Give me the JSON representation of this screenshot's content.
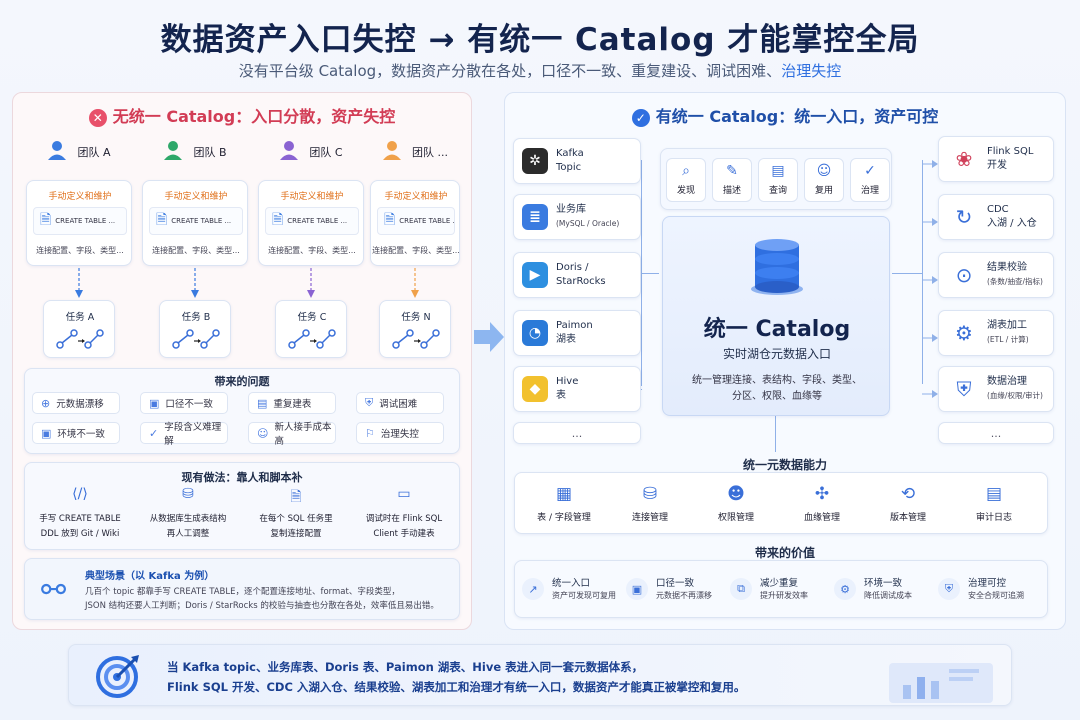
{
  "header": {
    "title": "数据资产入口失控 → 有统一 Catalog 才能掌控全局",
    "subtitle_main": "没有平台级 Catalog，数据资产分散在各处，口径不一致、重复建设、调试困难、",
    "subtitle_highlight": "治理失控"
  },
  "left": {
    "title": "无统一 Catalog：入口分散，资产失控",
    "teams": [
      {
        "name": "团队 A",
        "color": "#3a7be0",
        "header": "手动定义和维护",
        "ddl": "CREATE TABLE ...",
        "desc": "连接配置、字段、类型...",
        "task": "任务 A",
        "arrow": "#3a7be0"
      },
      {
        "name": "团队 B",
        "color": "#2ea86a",
        "header": "手动定义和维护",
        "ddl": "CREATE TABLE ...",
        "desc": "连接配置、字段、类型...",
        "task": "任务 B",
        "arrow": "#3a7be0"
      },
      {
        "name": "团队 C",
        "color": "#8a63d2",
        "header": "手动定义和维护",
        "ddl": "CREATE TABLE ...",
        "desc": "连接配置、字段、类型...",
        "task": "任务 C",
        "arrow": "#8a63d2"
      },
      {
        "name": "团队 ...",
        "color": "#f0a14a",
        "header": "手动定义和维护",
        "ddl": "CREATE TABLE ...",
        "desc": "连接配置、字段、类型...",
        "task": "任务 N",
        "arrow": "#f0a14a"
      }
    ],
    "problems_title": "带来的问题",
    "problems": [
      "元数据漂移",
      "口径不一致",
      "重复建表",
      "调试困难",
      "环境不一致",
      "字段含义难理解",
      "新人接手成本高",
      "治理失控"
    ],
    "current_title": "现有做法：靠人和脚本补",
    "current": [
      {
        "l1": "手写 CREATE TABLE",
        "l2": "DDL 放到 Git / Wiki"
      },
      {
        "l1": "从数据库生成表结构",
        "l2": "再人工调整"
      },
      {
        "l1": "在每个 SQL 任务里",
        "l2": "复制连接配置"
      },
      {
        "l1": "调试时在 Flink SQL",
        "l2": "Client 手动建表"
      }
    ],
    "scenario_title": "典型场景（以 Kafka 为例）",
    "scenario_l1": "几百个 topic 都靠手写 CREATE TABLE，逐个配置连接地址、format、字段类型，",
    "scenario_l2": "JSON 结构还要人工判断；Doris / StarRocks 的校验与抽查也分散在各处，效率低且易出错。"
  },
  "right": {
    "title": "有统一 Catalog：统一入口，资产可控",
    "sources": [
      {
        "name": "Kafka",
        "sub": "Topic",
        "note": "",
        "color": "#2b2b2b",
        "icon": "✲"
      },
      {
        "name": "业务库",
        "sub": "",
        "note": "(MySQL / Oracle)",
        "color": "#3a7be0",
        "icon": "≣"
      },
      {
        "name": "Doris /",
        "sub": "StarRocks",
        "note": "",
        "color": "#2d8fe0",
        "icon": "▶"
      },
      {
        "name": "Paimon",
        "sub": "湖表",
        "note": "",
        "color": "#2a7ad8",
        "icon": "◔"
      },
      {
        "name": "Hive",
        "sub": "表",
        "note": "",
        "color": "#f2c12e",
        "icon": "◆"
      },
      {
        "name": "...",
        "sub": "",
        "note": "",
        "color": "",
        "icon": ""
      }
    ],
    "features": [
      {
        "label": "发现",
        "icon": "⌕"
      },
      {
        "label": "描述",
        "icon": "✎"
      },
      {
        "label": "查询",
        "icon": "▤"
      },
      {
        "label": "复用",
        "icon": "☺"
      },
      {
        "label": "治理",
        "icon": "✓"
      }
    ],
    "catalog_title": "统一 Catalog",
    "catalog_sub": "实时湖仓元数据入口",
    "catalog_desc1": "统一管理连接、表结构、字段、类型、",
    "catalog_desc2": "分区、权限、血缘等",
    "destinations": [
      {
        "name": "Flink SQL",
        "sub": "开发",
        "note": "",
        "icon": "❀",
        "color": "#d0405a"
      },
      {
        "name": "CDC",
        "sub": "入湖 / 入仓",
        "note": "",
        "icon": "↻",
        "color": "#3a6fd8"
      },
      {
        "name": "结果校验",
        "sub": "",
        "note": "(条数/抽查/指标)",
        "icon": "⊙",
        "color": "#3a6fd8"
      },
      {
        "name": "湖表加工",
        "sub": "",
        "note": "(ETL / 计算)",
        "icon": "⚙",
        "color": "#3a6fd8"
      },
      {
        "name": "数据治理",
        "sub": "",
        "note": "(血缘/权限/审计)",
        "icon": "⛨",
        "color": "#3a6fd8"
      },
      {
        "name": "...",
        "sub": "",
        "note": "",
        "icon": "",
        "color": ""
      }
    ],
    "capabilities_title": "统一元数据能力",
    "capabilities": [
      {
        "label": "表 / 字段管理",
        "icon": "▦"
      },
      {
        "label": "连接管理",
        "icon": "⛁"
      },
      {
        "label": "权限管理",
        "icon": "☻"
      },
      {
        "label": "血缘管理",
        "icon": "✣"
      },
      {
        "label": "版本管理",
        "icon": "⟲"
      },
      {
        "label": "审计日志",
        "icon": "▤"
      }
    ],
    "values_title": "带来的价值",
    "values": [
      {
        "t1": "统一入口",
        "t2": "资产可发现可复用",
        "icon": "↗"
      },
      {
        "t1": "口径一致",
        "t2": "元数据不再漂移",
        "icon": "▣"
      },
      {
        "t1": "减少重复",
        "t2": "提升研发效率",
        "icon": "⧉"
      },
      {
        "t1": "环境一致",
        "t2": "降低调试成本",
        "icon": "⚙"
      },
      {
        "t1": "治理可控",
        "t2": "安全合规可追溯",
        "icon": "⛨"
      }
    ]
  },
  "footer": {
    "line1": "当 Kafka topic、业务库表、Doris 表、Paimon 湖表、Hive 表进入同一套元数据体系，",
    "line2": "Flink SQL 开发、CDC 入湖入仓、结果校验、湖表加工和治理才有统一入口，数据资产才能真正被掌控和复用。"
  }
}
